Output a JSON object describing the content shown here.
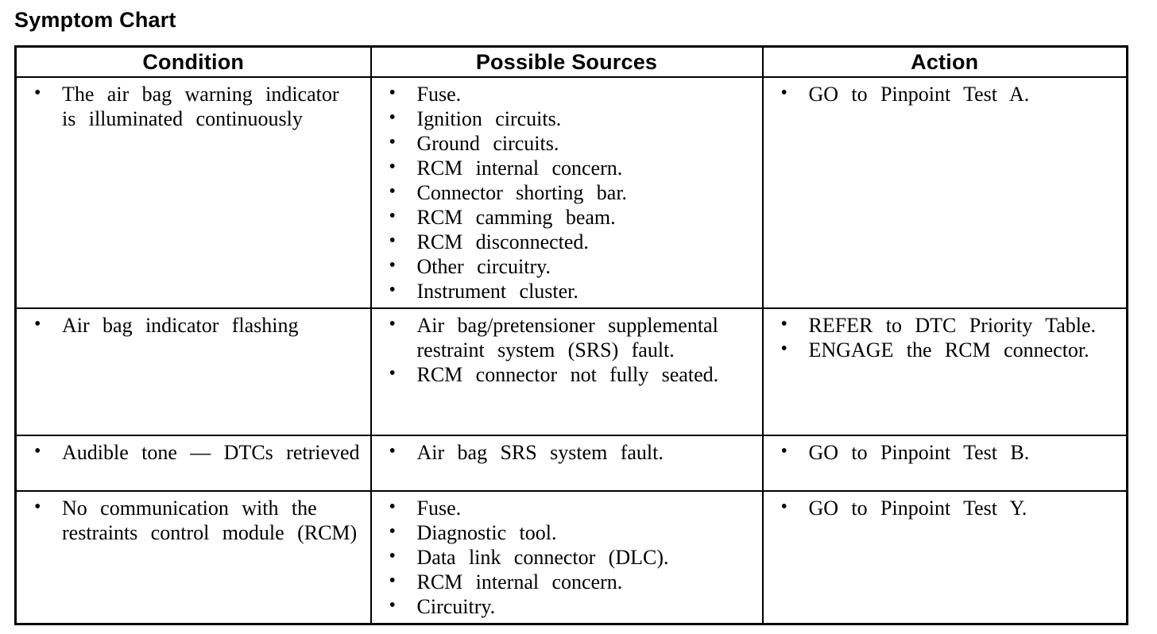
{
  "title": "Symptom Chart",
  "bullet_glyph": "•",
  "table": {
    "headers": [
      "Condition",
      "Possible Sources",
      "Action"
    ],
    "rows": [
      {
        "condition": [
          "The air bag warning indicator is illuminated continuously"
        ],
        "sources": [
          "Fuse.",
          "Ignition circuits.",
          "Ground circuits.",
          "RCM internal concern.",
          "Connector shorting bar.",
          "RCM camming beam.",
          "RCM disconnected.",
          "Other circuitry.",
          "Instrument cluster."
        ],
        "action": [
          "GO to Pinpoint Test A."
        ]
      },
      {
        "condition": [
          "Air bag indicator flashing"
        ],
        "sources": [
          "Air bag/pretensioner supplemental restraint system (SRS) fault.",
          "RCM connector not fully seated."
        ],
        "action": [
          "REFER to DTC Priority Table.",
          "ENGAGE the RCM connector."
        ]
      },
      {
        "condition": [
          "Audible tone — DTCs retrieved"
        ],
        "sources": [
          "Air bag SRS system fault."
        ],
        "action": [
          "GO to Pinpoint Test B."
        ]
      },
      {
        "condition": [
          "No communication with the restraints control module (RCM)"
        ],
        "sources": [
          "Fuse.",
          "Diagnostic tool.",
          "Data link connector (DLC).",
          "RCM internal concern.",
          "Circuitry."
        ],
        "action": [
          "GO to Pinpoint Test Y."
        ]
      }
    ]
  }
}
